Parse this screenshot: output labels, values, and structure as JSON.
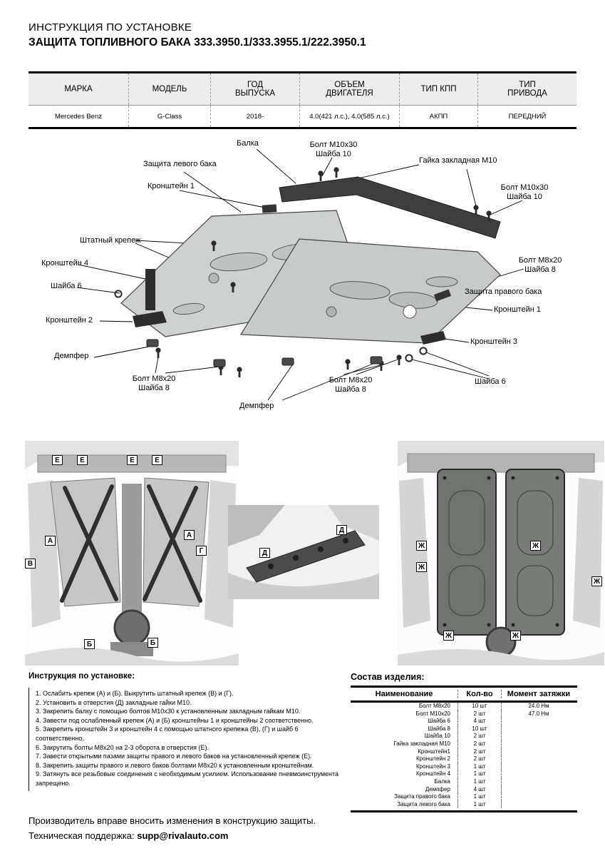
{
  "page": {
    "title_line1": "ИНСТРУКЦИЯ ПО УСТАНОВКЕ",
    "title_line2": "ЗАЩИТА ТОПЛИВНОГО БАКА 333.3950.1/333.3955.1/222.3950.1"
  },
  "spec_table": {
    "headers": [
      "МАРКА",
      "МОДЕЛЬ",
      "ГОД\nВЫПУСКА",
      "ОБЪЕМ\nДВИГАТЕЛЯ",
      "ТИП КПП",
      "ТИП\nПРИВОДА"
    ],
    "values": [
      "Mercedes Benz",
      "G-Class",
      "2018-",
      "4.0(421 л.с.), 4.0(585 л.с.)",
      "АКПП",
      "ПЕРЕДНИЙ"
    ]
  },
  "diagram": {
    "labels": [
      {
        "text": "Балка"
      },
      {
        "text": "Болт М10х30\nШайба 10"
      },
      {
        "text": "Гайка закладная М10"
      },
      {
        "text": "Защита левого бака"
      },
      {
        "text": "Кронштейн 1"
      },
      {
        "text": "Болт М10х30\nШайба 10"
      },
      {
        "text": "Штатный крепеж"
      },
      {
        "text": "Кронштейн 4"
      },
      {
        "text": "Болт М8х20\nШайба 8"
      },
      {
        "text": "Шайба 6"
      },
      {
        "text": "Защита правого бака"
      },
      {
        "text": "Кронштейн 1"
      },
      {
        "text": "Кронштейн 2"
      },
      {
        "text": "Кронштейн 3"
      },
      {
        "text": "Демпфер"
      },
      {
        "text": "Болт М8х20\nШайба 8"
      },
      {
        "text": "Болт М8х20\nШайба 8"
      },
      {
        "text": "Шайба 6"
      },
      {
        "text": "Демпфер"
      }
    ]
  },
  "photos": {
    "left_markers": [
      "Е",
      "Е",
      "Е",
      "Е",
      "А",
      "В",
      "А",
      "Г",
      "Б",
      "Б"
    ],
    "middle_markers": [
      "Д",
      "Д"
    ],
    "right_markers": [
      "Ж",
      "Ж",
      "Ж",
      "Ж",
      "Ж",
      "Ж"
    ]
  },
  "instructions": {
    "title": "Инструкция по установке:",
    "steps": [
      "1. Ослабить крепеж (А) и (Б). Выкрутить штатный крепеж (В) и (Г).",
      "2. Установить в отверстия (Д) закладные гайки М10.",
      "3. Закрепить балку с помощью болтов М10х30 к установленным закладным гайкам М10.",
      "4. Завести под ослабленный крепеж (А) и (Б) кронштейны 1 и кронштейны 2 соответственно.",
      "5. Закрепить кронштейн 3 и кронштейн 4 с помощью штатного крепежа (В), (Г) и шайб 6 соответственно.",
      "6. Закрутить болты М8х20 на 2-3 оборота в отверстия (Е).",
      "7. Завести открытыми пазами защиты правого и левого баков на установленный крепеж (Е).",
      "8. Закрепить защиты правого и левого баков болтами М8х20 к установленным кронштейнам.",
      "9. Затянуть все резьбовые соединения с необходимым усилием. Использование пневмоинструмента запрещено."
    ]
  },
  "parts": {
    "title": "Состав изделия:",
    "headers": [
      "Наименование",
      "Кол-во",
      "Момент затяжки"
    ],
    "rows": [
      {
        "name": "Болт М8х20",
        "qty": "10 шт",
        "torque": "24.0 Нм"
      },
      {
        "name": "Болт М10х20",
        "qty": "2 шт",
        "torque": "47.0 Нм"
      },
      {
        "name": "Шайба 6",
        "qty": "4 шт",
        "torque": ""
      },
      {
        "name": "Шайба 8",
        "qty": "10 шт",
        "torque": ""
      },
      {
        "name": "Шайба 10",
        "qty": "2 шт",
        "torque": ""
      },
      {
        "name": "Гайка закладная М10",
        "qty": "2 шт",
        "torque": ""
      },
      {
        "name": "Кронштейн1",
        "qty": "2 шт",
        "torque": ""
      },
      {
        "name": "Кронштейн 2",
        "qty": "2 шт",
        "torque": ""
      },
      {
        "name": "Кронштейн 3",
        "qty": "1 шт",
        "torque": ""
      },
      {
        "name": "Кронштейн 4",
        "qty": "1 шт",
        "torque": ""
      },
      {
        "name": "Балка",
        "qty": "1 шт",
        "torque": ""
      },
      {
        "name": "Демпфер",
        "qty": "4 шт",
        "torque": ""
      },
      {
        "name": "Защита правого бака",
        "qty": "1 шт",
        "torque": ""
      },
      {
        "name": "Защита левого бака",
        "qty": "1 шт",
        "torque": ""
      }
    ]
  },
  "footer": {
    "line1": "Производитель вправе вносить изменения в конструкцию защиты.",
    "support_label": "Техническая поддержка:",
    "support_email": "supp@rivalauto.com"
  }
}
